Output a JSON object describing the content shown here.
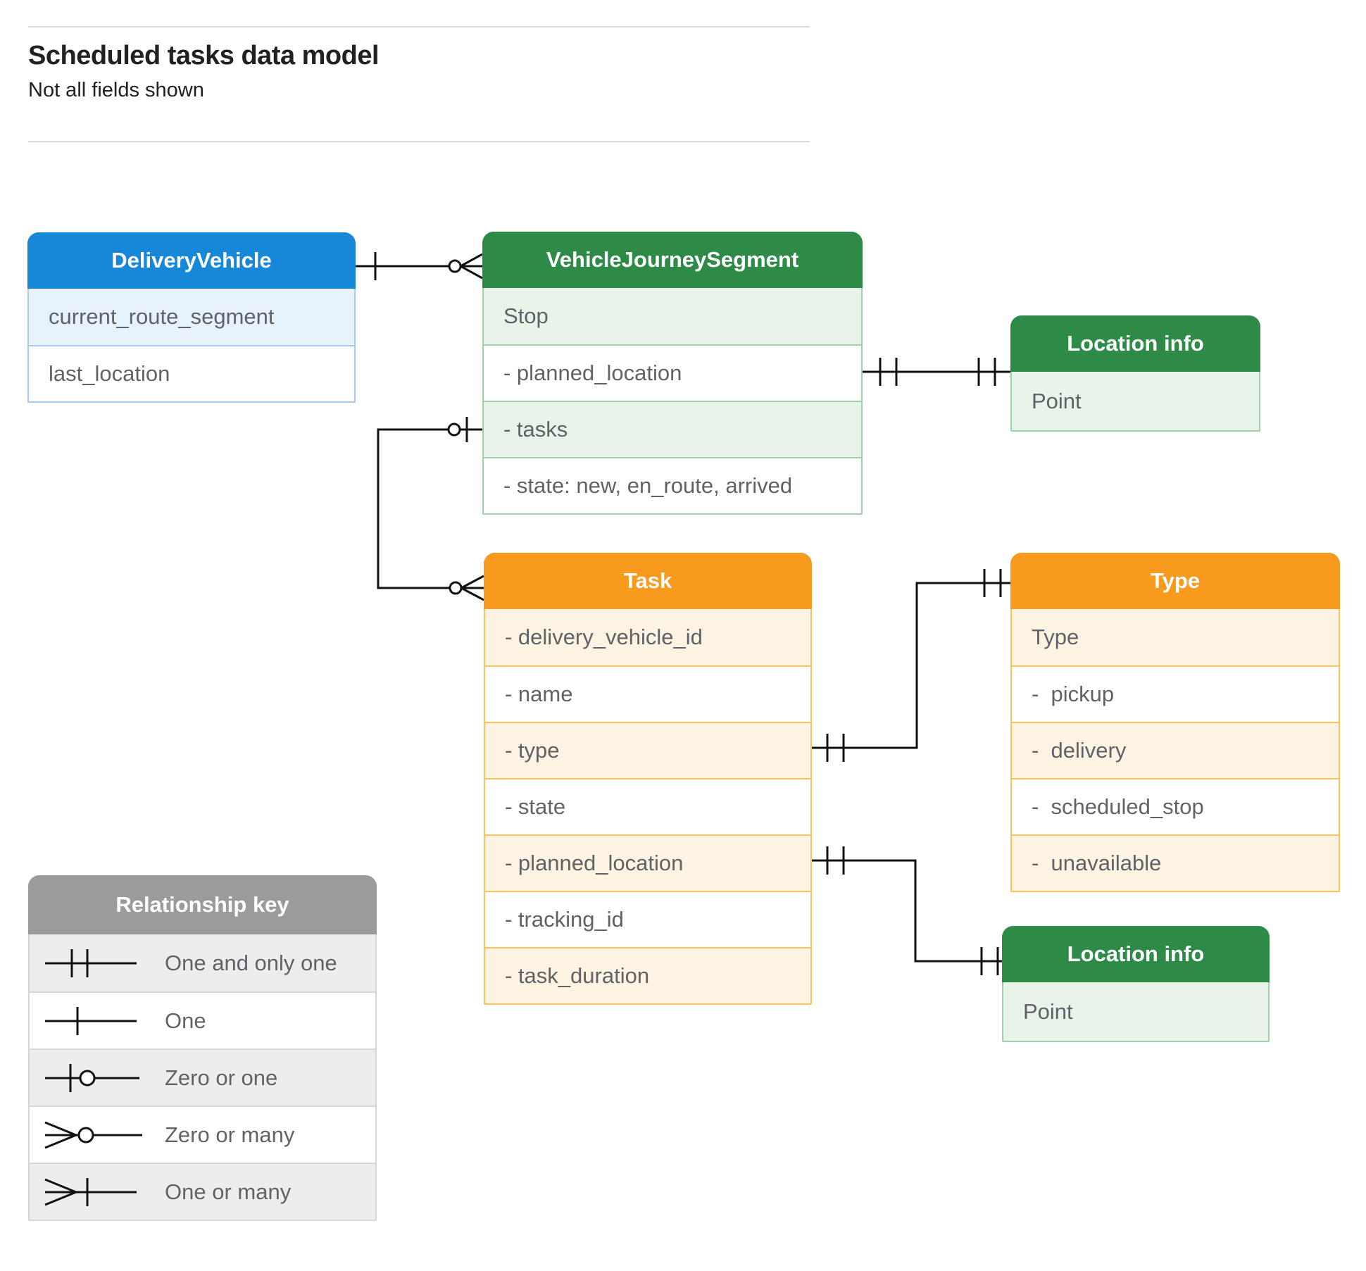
{
  "page": {
    "title": "Scheduled tasks data model",
    "subtitle": "Not all fields shown"
  },
  "colors": {
    "blue_header": "#1787d8",
    "green_header": "#2e8b47",
    "orange_header": "#f79a1d",
    "gray_header": "#9b9b9b",
    "row_text": "#5f6368",
    "line": "#111111"
  },
  "entities": [
    {
      "title": "DeliveryVehicle",
      "theme": "blue",
      "rows": [
        "current_route_segment",
        "last_location"
      ]
    },
    {
      "title": "VehicleJourneySegment",
      "theme": "green",
      "rows": [
        "Stop",
        "- planned_location",
        "- tasks",
        "- state: new, en_route, arrived"
      ]
    },
    {
      "title": "Location info",
      "theme": "green",
      "rows": [
        "Point"
      ]
    },
    {
      "title": "Task",
      "theme": "orange",
      "rows": [
        "- delivery_vehicle_id",
        "- name",
        "- type",
        "- state",
        "- planned_location",
        "- tracking_id",
        "- task_duration"
      ]
    },
    {
      "title": "Type",
      "theme": "orange",
      "rows": [
        "Type",
        "-  pickup",
        "-  delivery",
        "-  scheduled_stop",
        "-  unavailable"
      ]
    },
    {
      "title": "Location info",
      "theme": "green",
      "rows": [
        "Point"
      ]
    }
  ],
  "legend": {
    "title": "Relationship key",
    "items": [
      {
        "symbol": "one-and-only-one",
        "label": "One and only one"
      },
      {
        "symbol": "one",
        "label": "One"
      },
      {
        "symbol": "zero-or-one",
        "label": "Zero or one"
      },
      {
        "symbol": "zero-or-many",
        "label": "Zero or many"
      },
      {
        "symbol": "one-or-many",
        "label": "One or many"
      }
    ]
  },
  "relationships": [
    {
      "from": "DeliveryVehicle",
      "to": "VehicleJourneySegment",
      "from_cardinality": "One",
      "to_cardinality": "Zero or many"
    },
    {
      "from": "VehicleJourneySegment.planned_location",
      "to": "Location info",
      "from_cardinality": "One and only one",
      "to_cardinality": "One and only one"
    },
    {
      "from": "VehicleJourneySegment.tasks",
      "to": "Task",
      "from_cardinality": "Zero or one",
      "to_cardinality": "Zero or many"
    },
    {
      "from": "Task.type",
      "to": "Type",
      "from_cardinality": "One and only one",
      "to_cardinality": "One and only one"
    },
    {
      "from": "Task.planned_location",
      "to": "Location info",
      "from_cardinality": "One and only one",
      "to_cardinality": "One and only one"
    }
  ]
}
